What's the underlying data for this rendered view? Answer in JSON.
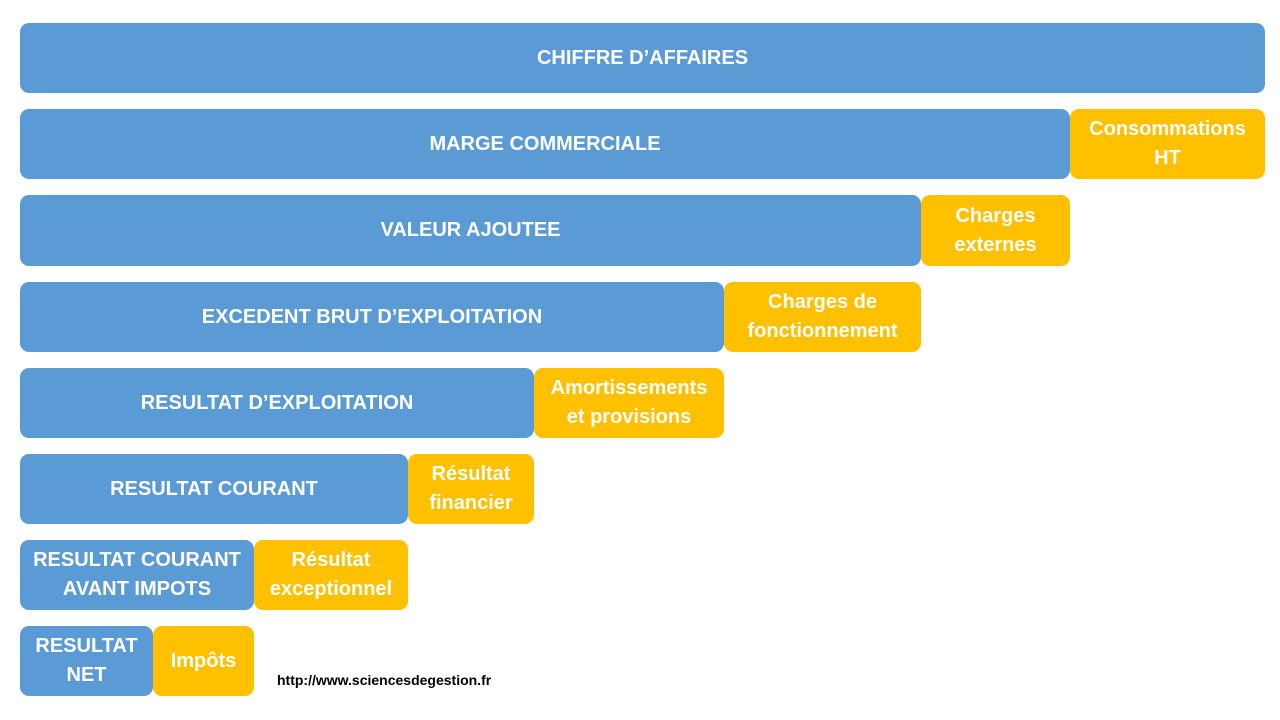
{
  "colors": {
    "level_fill": "#5b9bd5",
    "deduction_fill": "#ffc000",
    "text": "#ffffff",
    "footer_text": "#000000"
  },
  "levels": [
    {
      "label": "CHIFFRE D’AFFAIRES",
      "deduction": null
    },
    {
      "label": "MARGE COMMERCIALE",
      "deduction": "Consommations\nHT"
    },
    {
      "label": "VALEUR AJOUTEE",
      "deduction": "Charges\nexternes"
    },
    {
      "label": "EXCEDENT BRUT D’EXPLOITATION",
      "deduction": "Charges de\nfonctionnement"
    },
    {
      "label": "RESULTAT D’EXPLOITATION",
      "deduction": "Amortissements\net provisions"
    },
    {
      "label": "RESULTAT COURANT",
      "deduction": "Résultat\nfinancier"
    },
    {
      "label": "RESULTAT COURANT\nAVANT IMPOTS",
      "deduction": "Résultat\nexceptionnel"
    },
    {
      "label": "RESULTAT\nNET",
      "deduction": "Impôts"
    }
  ],
  "footer": {
    "url": "http://www.sciencesdegestion.fr"
  }
}
